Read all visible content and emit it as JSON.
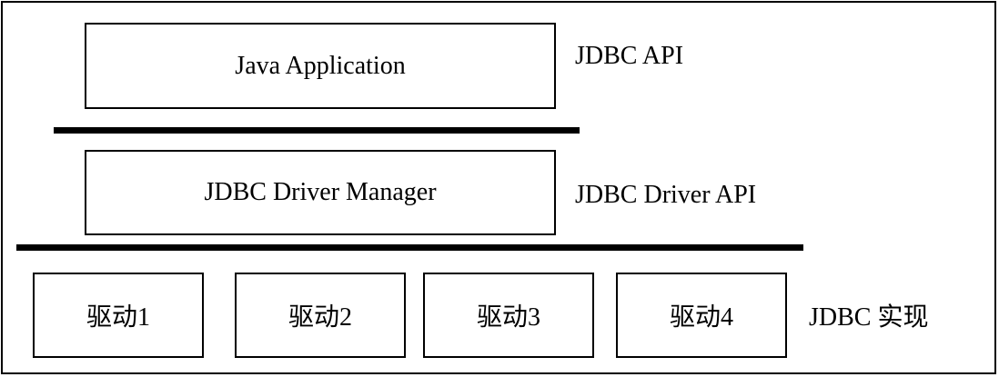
{
  "layers": {
    "application": {
      "box_label": "Java Application",
      "api_label": "JDBC API"
    },
    "driver_manager": {
      "box_label": "JDBC Driver Manager",
      "api_label": "JDBC Driver API"
    },
    "drivers": {
      "items": [
        {
          "label": "驱动1"
        },
        {
          "label": "驱动2"
        },
        {
          "label": "驱动3"
        },
        {
          "label": "驱动4"
        }
      ],
      "impl_label": "JDBC 实现"
    }
  }
}
